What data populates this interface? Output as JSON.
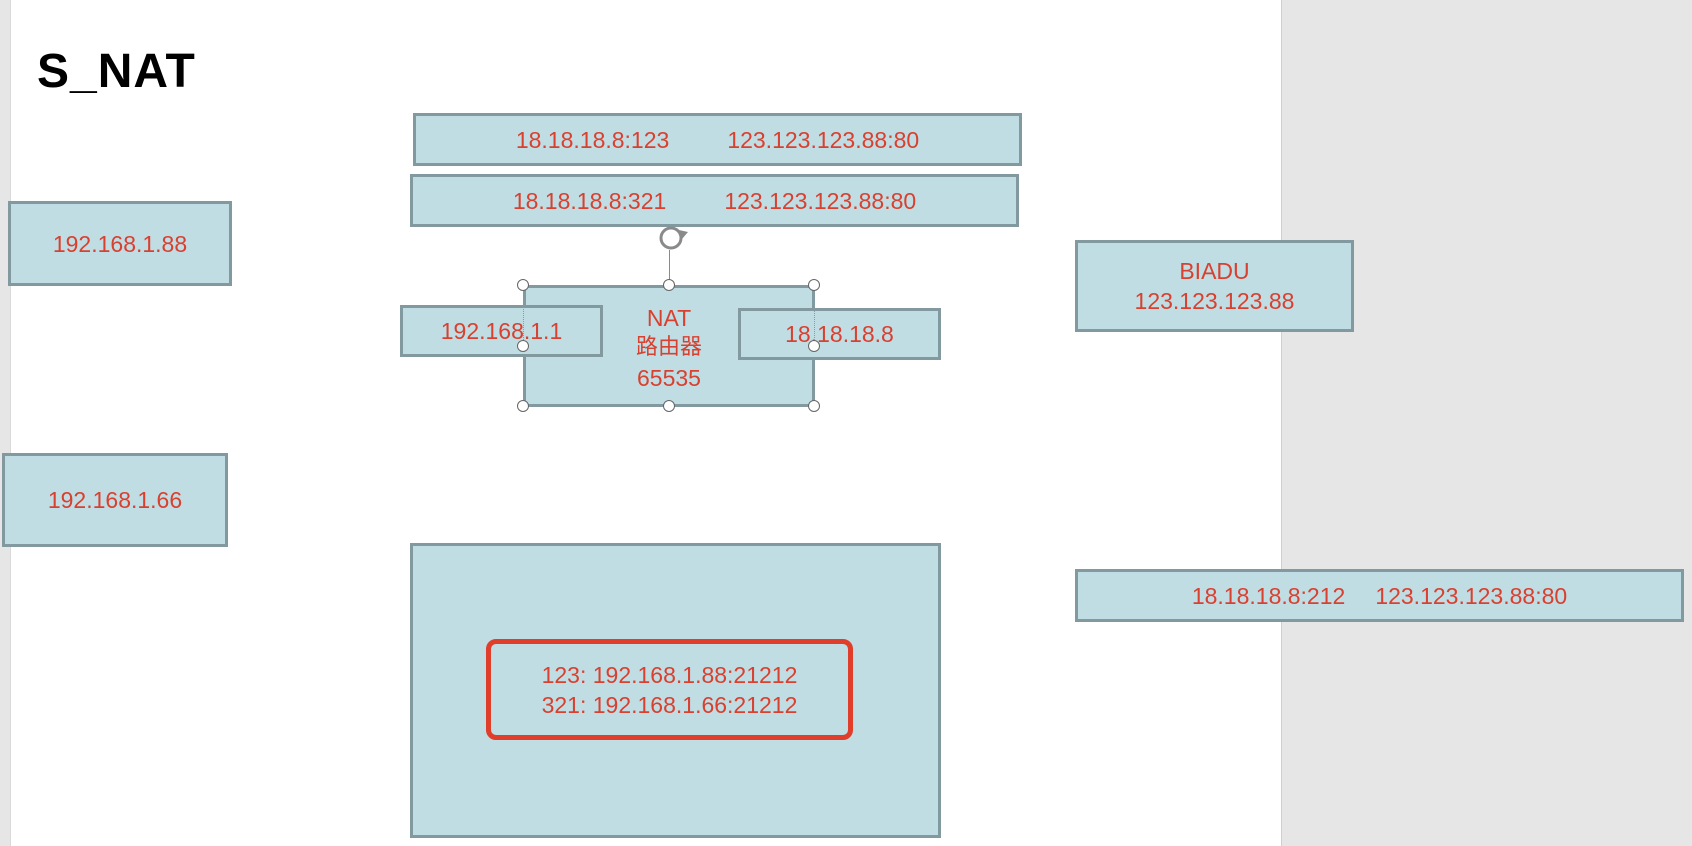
{
  "title": "S_NAT",
  "hosts": {
    "host_a": "192.168.1.88",
    "host_b": "192.168.1.66"
  },
  "packets": {
    "top1": {
      "src": "18.18.18.8:123",
      "dst": "123.123.123.88:80"
    },
    "top2": {
      "src": "18.18.18.8:321",
      "dst": "123.123.123.88:80"
    },
    "right": {
      "src": "18.18.18.8:212",
      "dst": "123.123.123.88:80"
    }
  },
  "router": {
    "name": "NAT",
    "subtitle": "路由器",
    "ports": "65535",
    "lan_ip": "192.168.1.1",
    "wan_ip": "18.18.18.8"
  },
  "server": {
    "name": "BIADU",
    "ip": "123.123.123.88"
  },
  "nat_table": {
    "row1": "123: 192.168.1.88:21212",
    "row2": "321: 192.168.1.66:21212"
  },
  "colors": {
    "box_fill": "#c1dde4",
    "box_border": "#8299a0",
    "text_red": "#d8402f",
    "highlight_border": "#e03e2b"
  }
}
